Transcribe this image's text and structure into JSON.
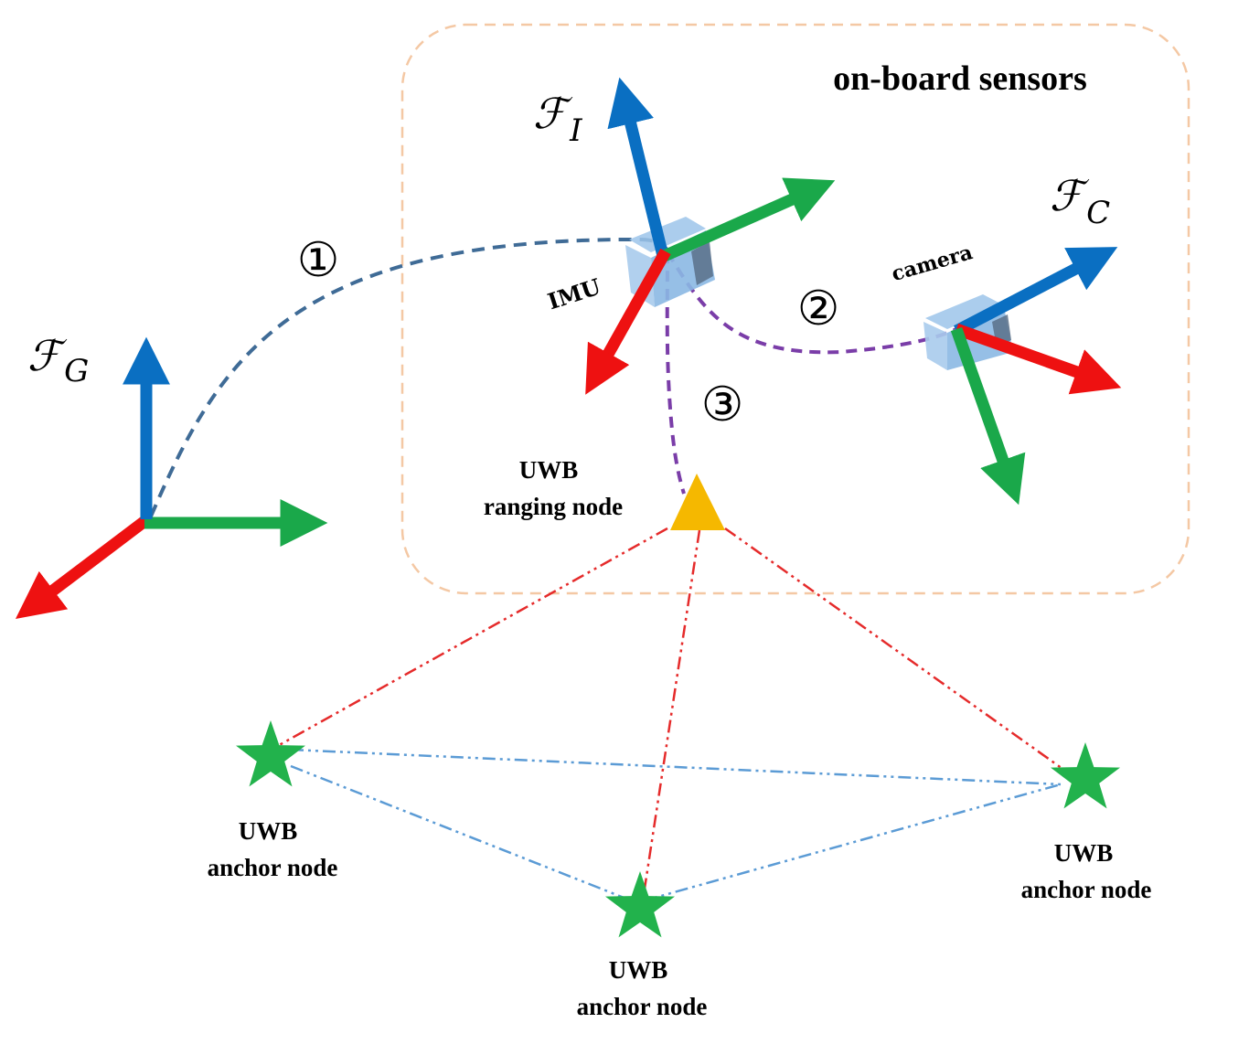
{
  "title": "on-board sensors",
  "frames": {
    "global": {
      "symbol": "ℱ",
      "subscript": "G"
    },
    "imu": {
      "symbol": "ℱ",
      "subscript": "I"
    },
    "camera": {
      "symbol": "ℱ",
      "subscript": "C"
    }
  },
  "sensors": {
    "imu_label": "IMU",
    "camera_label": "camera"
  },
  "links": {
    "one": "①",
    "two": "②",
    "three": "③"
  },
  "uwb": {
    "ranging_line1": "UWB",
    "ranging_line2": "ranging node",
    "anchor_left_line1": "UWB",
    "anchor_left_line2": "anchor node",
    "anchor_bottom_line1": "UWB",
    "anchor_bottom_line2": "anchor node",
    "anchor_right_line1": "UWB",
    "anchor_right_line2": "anchor node"
  },
  "colors": {
    "x_axis": "#ee1111",
    "y_axis": "#1aa84a",
    "z_axis": "#0a6fc2",
    "traj_global": "#3f6b96",
    "traj_sensor": "#7a3da8",
    "box_border": "#f4c8a4",
    "ranging_lines": "#e52b2b",
    "anchor_lines": "#5b9bd5",
    "ranging_node": "#f5b800",
    "anchor_node": "#22b24c"
  }
}
